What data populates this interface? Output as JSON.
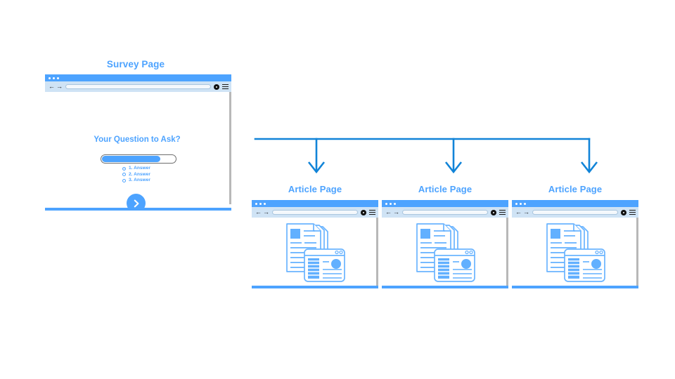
{
  "theme": {
    "accent": "#4da3ff",
    "connector": "#1184d8",
    "titlebar": "#4da3ff",
    "toolbar": "#cfe3f5",
    "scrollbar": "#b8b8b8",
    "background": "#ffffff"
  },
  "survey": {
    "title": "Survey Page",
    "browser": {
      "back_icon": "back-arrow-icon",
      "forward_icon": "forward-arrow-icon",
      "url_value": "",
      "url_placeholder": "",
      "stop_icon": "stop-icon",
      "menu_icon": "hamburger-menu-icon",
      "dots": [
        "window-dot",
        "window-dot",
        "window-dot"
      ]
    },
    "question": "Your Question to Ask?",
    "slider": {
      "name": "answer-slider",
      "fill_percent": 80
    },
    "options": [
      {
        "label": "1. Answer",
        "selected": true
      },
      {
        "label": "2. Answer",
        "selected": false
      },
      {
        "label": "3. Answer",
        "selected": false
      }
    ],
    "submit": {
      "name": "submit-button",
      "icon": "chevron-right-icon"
    }
  },
  "connector": {
    "name": "flow-connector",
    "arrow_count": 3,
    "color": "#1184d8"
  },
  "articles": [
    {
      "title": "Article Page",
      "illustration": "article-document-icon",
      "browser": {
        "back_icon": "back-arrow-icon",
        "forward_icon": "forward-arrow-icon",
        "url_value": "",
        "stop_icon": "stop-icon",
        "menu_icon": "hamburger-menu-icon"
      }
    },
    {
      "title": "Article Page",
      "illustration": "article-document-icon",
      "browser": {
        "back_icon": "back-arrow-icon",
        "forward_icon": "forward-arrow-icon",
        "url_value": "",
        "stop_icon": "stop-icon",
        "menu_icon": "hamburger-menu-icon"
      }
    },
    {
      "title": "Article Page",
      "illustration": "article-document-icon",
      "browser": {
        "back_icon": "back-arrow-icon",
        "forward_icon": "forward-arrow-icon",
        "url_value": "",
        "stop_icon": "stop-icon",
        "menu_icon": "hamburger-menu-icon"
      }
    }
  ]
}
